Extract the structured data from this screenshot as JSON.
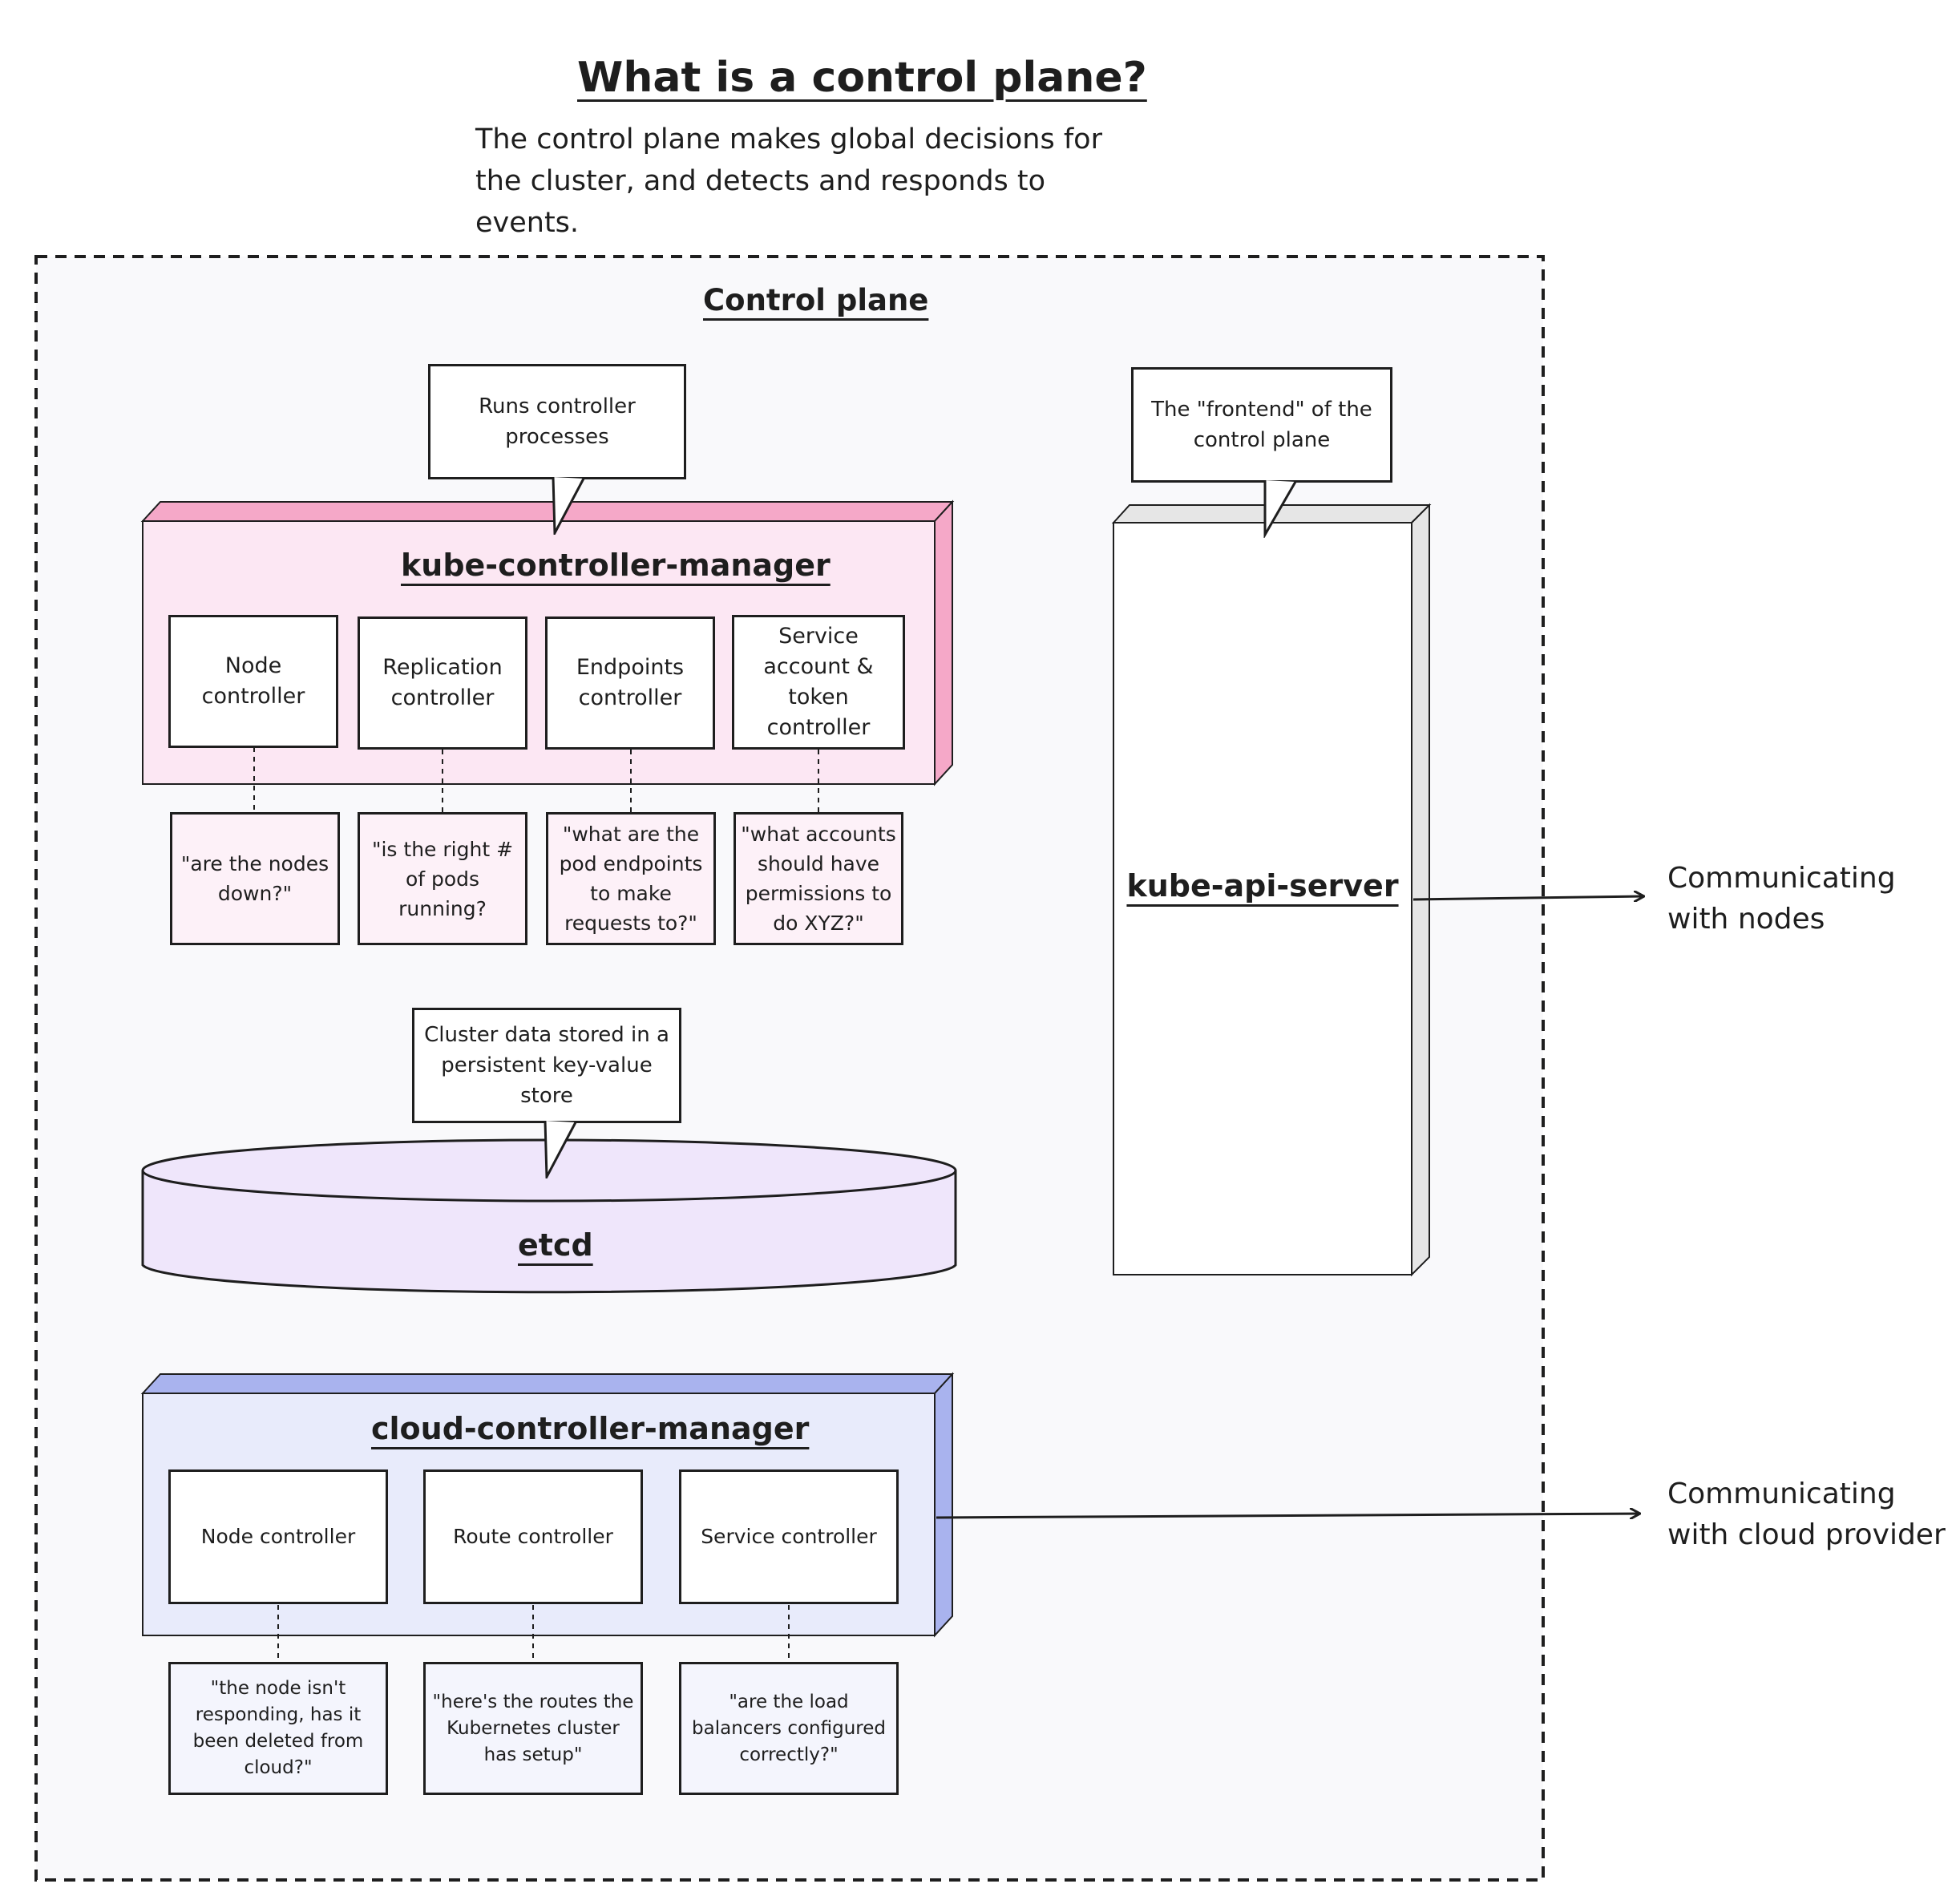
{
  "header": {
    "title": "What is a control plane?",
    "description": "The control plane makes global decisions for the cluster, and detects and responds to events."
  },
  "control_plane": {
    "label": "Control plane"
  },
  "kube_controller_manager": {
    "callout": "Runs controller processes",
    "title": "kube-controller-manager",
    "controllers": [
      "Node controller",
      "Replication controller",
      "Endpoints controller",
      "Service account & token controller"
    ],
    "questions": [
      "\"are the nodes down?\"",
      "\"is the right # of pods running?",
      "\"what are the pod endpoints to make requests to?\"",
      "\"what accounts should have permissions to do XYZ?\""
    ]
  },
  "etcd": {
    "callout": "Cluster data stored in a persistent key-value store",
    "title": "etcd"
  },
  "kube_api_server": {
    "callout": "The \"frontend\" of the control plane",
    "title": "kube-api-server"
  },
  "cloud_controller_manager": {
    "title": "cloud-controller-manager",
    "controllers": [
      "Node controller",
      "Route controller",
      "Service controller"
    ],
    "questions": [
      "\"the node isn't responding, has it been deleted from cloud?\"",
      "\"here's the routes the Kubernetes cluster has setup\"",
      "\"are the load balancers configured correctly?\""
    ]
  },
  "external": {
    "nodes": "Communicating with nodes",
    "cloud": "Communicating with cloud provider"
  },
  "colors": {
    "kcm_face": "#fce7f3",
    "kcm_side": "#f5a8c8",
    "etcd_fill": "#efe6fb",
    "ccm_face": "#e8ebfb",
    "ccm_side": "#a9b3ee",
    "api_side": "#e6e6e6",
    "panel_bg": "#f9f9fb"
  }
}
